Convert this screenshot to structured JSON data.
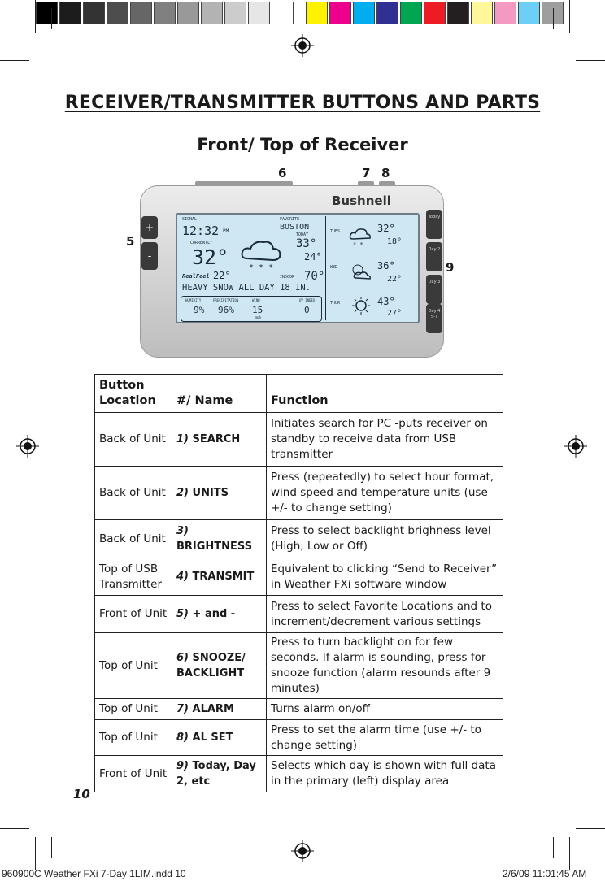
{
  "heading": "RECEIVER/TRANSMITTER BUTTONS AND PARTS",
  "subheading": "Front/ Top of Receiver",
  "callouts": {
    "c5": "5",
    "c6": "6",
    "c7": "7",
    "c8": "8",
    "c9": "9"
  },
  "device": {
    "brand": "Bushnell",
    "plus": "+",
    "minus": "-",
    "screen": {
      "signal": "SIGNAL",
      "time": "12:32",
      "pm": "PM",
      "favorite": "FAVORITE",
      "city": "BOSTON",
      "today": "TODAY",
      "currently": "CURRENTLY",
      "current_temp": "32°",
      "today_hi": "33°",
      "today_lo": "24°",
      "indoor_label": "INDOOR",
      "indoor": "70°",
      "realfeel_label": "RealFeel",
      "realfeel": "22°",
      "forecast": "HEAVY SNOW ALL DAY 18 IN.",
      "humidity_label": "HUMIDITY",
      "humidity": "9%",
      "precip_label": "PRECIPITATION",
      "precip": "96%",
      "wind_label": "WIND",
      "wind": "15",
      "wind_unit": "mph",
      "uv_label": "UV INDEX",
      "uv": "0",
      "days": [
        {
          "name": "TUES",
          "hi": "32°",
          "lo": "18°"
        },
        {
          "name": "WED",
          "hi": "36°",
          "lo": "22°"
        },
        {
          "name": "THUR",
          "hi": "43°",
          "lo": "27°"
        }
      ]
    },
    "right_buttons": [
      "Today",
      "Day 2",
      "Day 3",
      "Day 4 5-7"
    ]
  },
  "table": {
    "headers": {
      "location": "Button Location",
      "name": "#/ Name",
      "function": "Function"
    },
    "rows": [
      {
        "location": "Back of Unit",
        "num": "1)",
        "name": "SEARCH",
        "function": "Initiates search for PC -puts receiver on standby to receive data from USB transmitter"
      },
      {
        "location": "Back of Unit",
        "num": "2)",
        "name": "UNITS",
        "function": "Press (repeatedly) to select hour format, wind speed and temperature units (use +/- to change setting)"
      },
      {
        "location": "Back of Unit",
        "num": "3)",
        "name": "BRIGHTNESS",
        "function": "Press to select backlight brighness level (High, Low or Off)"
      },
      {
        "location": "Top of USB Transmitter",
        "num": "4)",
        "name": "TRANSMIT",
        "function": "Equivalent to clicking “Send to Receiver” in Weather FXi software window"
      },
      {
        "location": "Front of Unit",
        "num": "5)",
        "name": "+ and -",
        "function": "Press to select Favorite Locations and to increment/decrement various settings"
      },
      {
        "location": "Top of Unit",
        "num": "6)",
        "name": "SNOOZE/ BACKLIGHT",
        "function": "Press to turn backlight on for few seconds. If alarm is sounding, press for snooze function (alarm resounds after 9 minutes)"
      },
      {
        "location": "Top of Unit",
        "num": "7)",
        "name": "ALARM",
        "function": "Turns alarm on/off"
      },
      {
        "location": "Top of Unit",
        "num": "8)",
        "name": "AL SET",
        "function": "Press to set the alarm time (use +/- to change setting)"
      },
      {
        "location": "Front of Unit",
        "num": "9)",
        "name": "Today, Day 2, etc",
        "function": "Selects which day is shown with full data in the primary (left) display area"
      }
    ]
  },
  "page_number": "10",
  "slug_left": "960900C Weather FXi 7-Day 1LIM.indd   10",
  "slug_right": "2/6/09   11:01:45 AM",
  "colors": {
    "gray_bar": [
      "#000000",
      "#1c1c1c",
      "#333333",
      "#4d4d4d",
      "#666666",
      "#808080",
      "#999999",
      "#b3b3b3",
      "#cccccc",
      "#e6e6e6",
      "#ffffff"
    ],
    "color_bar": [
      "#fff200",
      "#ec008c",
      "#00aeef",
      "#2e3192",
      "#00a651",
      "#ed1c24",
      "#231f20",
      "#fff799",
      "#f49ac1",
      "#6dcff6",
      "#9e9e9e"
    ],
    "screen_bg": "#cfe6f3"
  }
}
